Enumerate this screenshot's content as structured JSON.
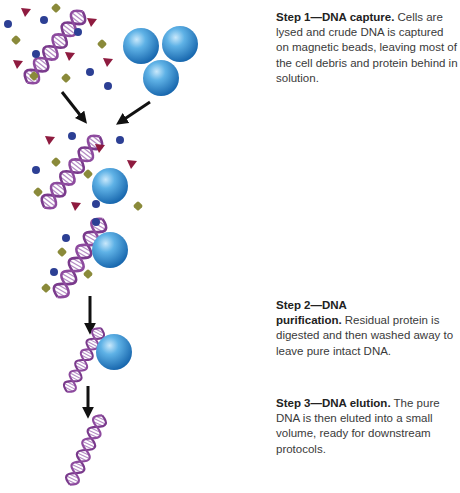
{
  "diagram": {
    "labels": [
      "Step 1—DNA capture.",
      "Cells are lysed and crude DNA is captured on magnetic beads, leaving most of the cell debris and protein behind in solution.",
      "Step 2—DNA purification.",
      "Residual protein is digested and then washed away to leave pure intact DNA.",
      "Step 3—DNA elution.",
      "The pure DNA is then eluted into a small volume, ready for downstream protocols."
    ]
  }
}
